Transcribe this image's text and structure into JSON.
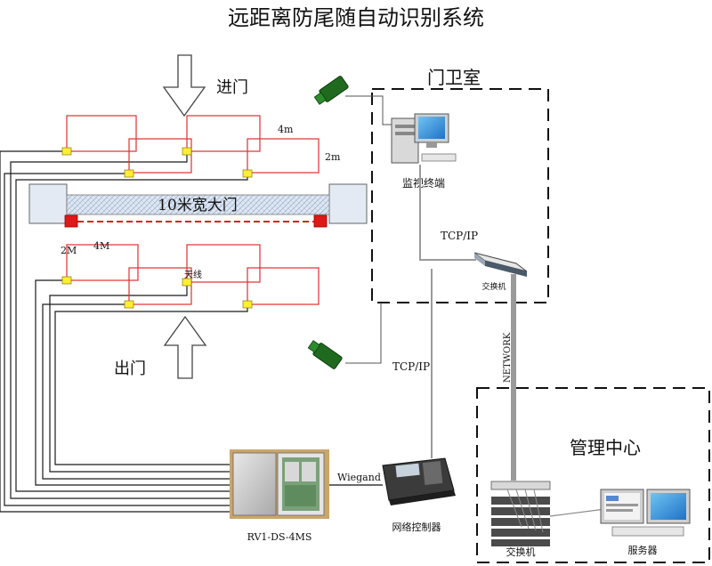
{
  "title": "远距离防尾随自动识别系统",
  "labels": {
    "entrance": "进门",
    "exit": "出门",
    "gate": "10米宽大门",
    "guard_room": "门卫室",
    "monitor_terminal": "监视终端",
    "tcpip_top": "TCP/IP",
    "tcpip_mid": "TCP/IP",
    "switch_guard": "交换机",
    "network": "NETWORK",
    "management_center": "管理中心",
    "switch_center": "交换机",
    "server": "服务器",
    "wiegand": "Wiegand",
    "reader_model": "RV1-DS-4MS",
    "network_controller": "网络控制器",
    "dim_4m": "4m",
    "dim_2m": "2m",
    "dim_2M": "2M",
    "dim_4M": "4M",
    "antenna": "天线"
  },
  "colors": {
    "antenna_loop": "#e03030",
    "sensor_block": "#ffee33",
    "gate_post_red": "#e01818",
    "camera": "#1f6a1f",
    "cable": "#1a1a1a",
    "network_cable": "#999999"
  }
}
